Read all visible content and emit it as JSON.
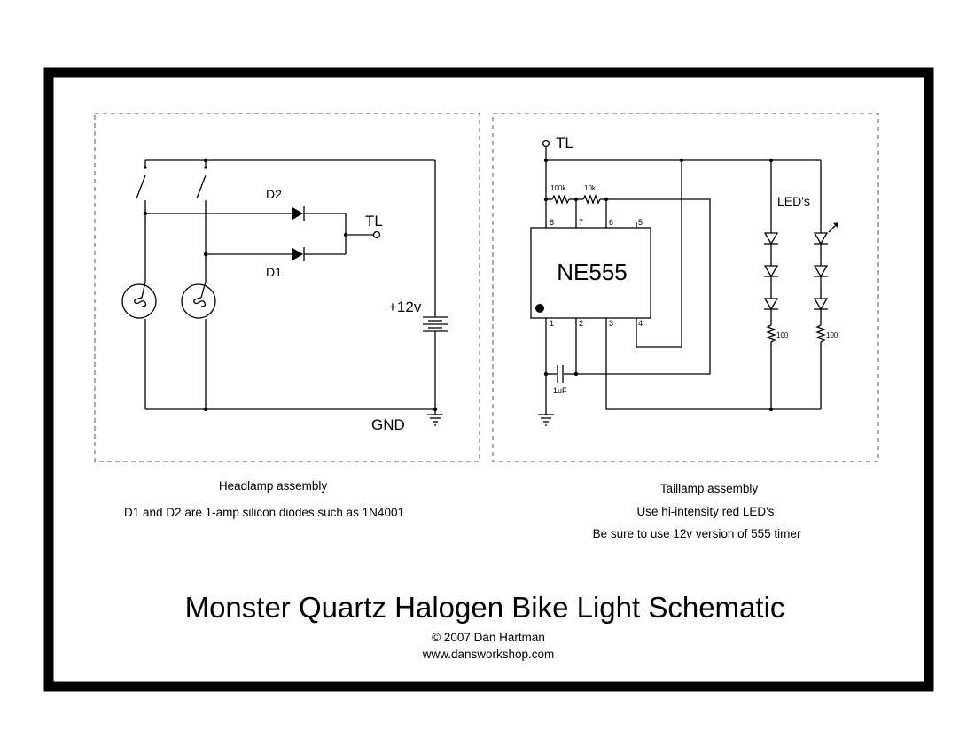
{
  "headlamp": {
    "labels": {
      "d2": "D2",
      "d1": "D1",
      "tl": "TL",
      "v12": "+12v",
      "gnd": "GND"
    },
    "caption": "Headlamp assembly",
    "note": "D1 and D2 are 1-amp silicon diodes such as 1N4001"
  },
  "taillamp": {
    "labels": {
      "tl": "TL",
      "r100k": "100k",
      "r10k": "10k",
      "chip": "NE555",
      "pin8": "8",
      "pin7": "7",
      "pin6": "6",
      "pin5": "5",
      "pin1": "1",
      "pin2": "2",
      "pin3": "3",
      "pin4": "4",
      "cap": "1uF",
      "leds": "LED's",
      "r100a": "100",
      "r100b": "100"
    },
    "caption": "Taillamp assembly",
    "note1": "Use hi-intensity red LED's",
    "note2": "Be sure to use 12v version of 555 timer"
  },
  "title": "Monster Quartz Halogen Bike Light Schematic",
  "copyright": "© 2007 Dan Hartman",
  "website": "www.dansworkshop.com"
}
